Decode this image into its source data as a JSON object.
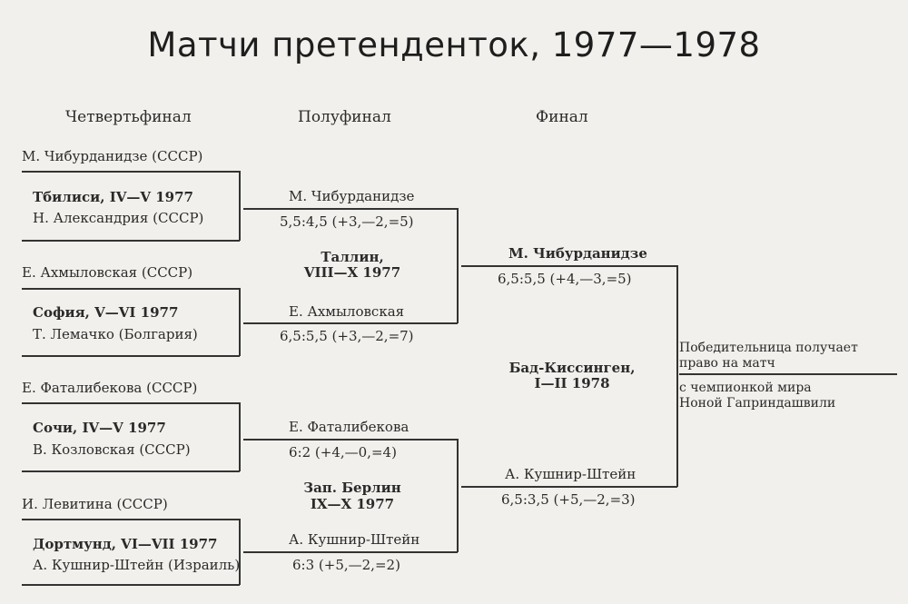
{
  "title": "Матчи претенденток, 1977—1978",
  "headers": {
    "quarterfinal": "Четвертьфинал",
    "semifinal": "Полуфинал",
    "final": "Финал"
  },
  "quarterfinals": [
    {
      "player1": "М. Чибурданидзе (СССР)",
      "venue": "Тбилиси, IV—V 1977",
      "player2": "Н. Александрия (СССР)"
    },
    {
      "player1": "Е. Ахмыловская (СССР)",
      "venue": "София, V—VI 1977",
      "player2": "Т. Лемачко (Болгария)"
    },
    {
      "player1": "Е. Фаталибекова (СССР)",
      "venue": "Сочи, IV—V 1977",
      "player2": "В. Козловская (СССР)"
    },
    {
      "player1": "И. Левитина (СССР)",
      "venue": "Дортмунд, VI—VII 1977",
      "player2": "А. Кушнир-Штейн (Израиль)"
    }
  ],
  "semifinals": [
    {
      "winner1": "М. Чибурданидзе",
      "score1": "5,5:4,5 (+3,—2,=5)",
      "venue_line1": "Таллин,",
      "venue_line2": "VIII—X 1977",
      "winner2": "Е. Ахмыловская",
      "score2": "6,5:5,5 (+3,—2,=7)"
    },
    {
      "winner1": "Е. Фаталибекова",
      "score1": "6:2 (+4,—0,=4)",
      "venue_line1": "Зап. Берлин",
      "venue_line2": "IX—X 1977",
      "winner2": "А. Кушнир-Штейн",
      "score2": "6:3 (+5,—2,=2)"
    }
  ],
  "final": {
    "winner1": "М. Чибурданидзе",
    "score1": "6,5:5,5 (+4,—3,=5)",
    "venue_line1": "Бад-Киссинген,",
    "venue_line2": "I—II 1978",
    "winner2": "А. Кушнир-Штейн",
    "score2": "6,5:3,5 (+5,—2,=3)"
  },
  "result": {
    "line1": "Победительница получает",
    "line2": "право на матч",
    "line3": "с чемпионкой мира",
    "line4": "Ноной Гаприндашвили"
  }
}
